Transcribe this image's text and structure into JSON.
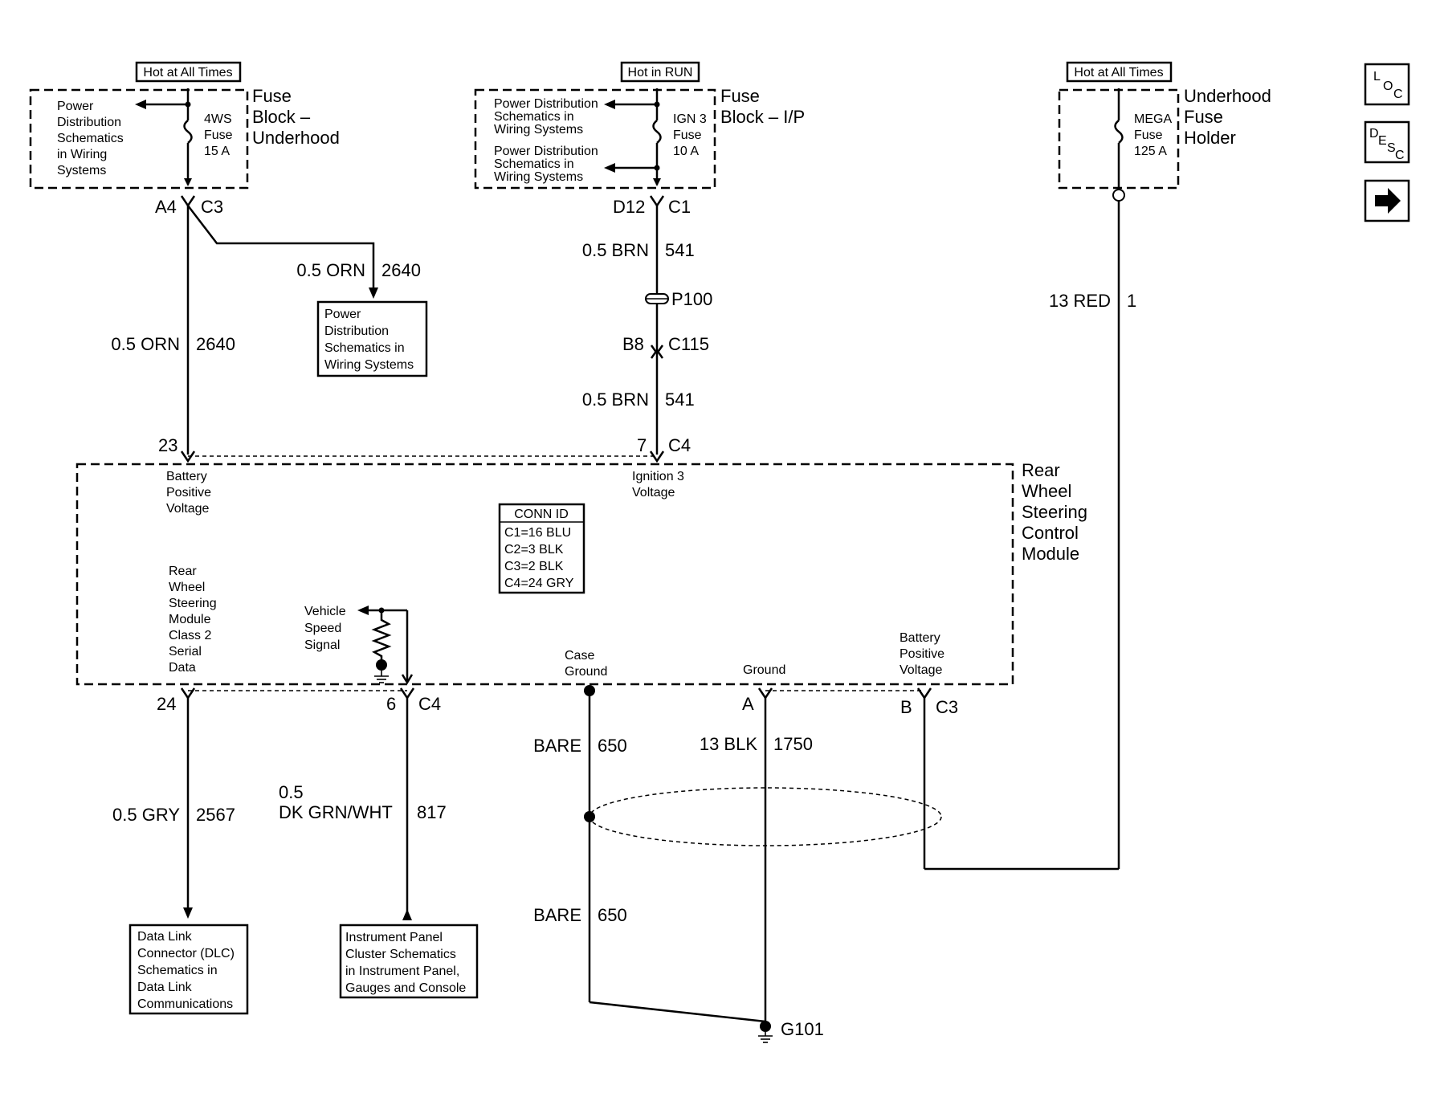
{
  "header_labels": {
    "hot_at_all_times_left": "Hot at All Times",
    "hot_in_run": "Hot in RUN",
    "hot_at_all_times_right": "Hot at All Times"
  },
  "fuse_block_underhood": {
    "name_lines": [
      "Fuse",
      "Block –",
      "Underhood"
    ],
    "power_dist_lines": [
      "Power",
      "Distribution",
      "Schematics",
      "in Wiring",
      "Systems"
    ],
    "fuse_lines": [
      "4WS",
      "Fuse",
      "15 A"
    ],
    "conn_pin": "A4",
    "conn_id": "C3"
  },
  "fuse_block_ip": {
    "name_lines": [
      "Fuse",
      "Block – I/P"
    ],
    "power_dist_1_lines": [
      "Power Distribution",
      "Schematics in",
      "Wiring Systems"
    ],
    "power_dist_2_lines": [
      "Power Distribution",
      "Schematics in",
      "Wiring Systems"
    ],
    "fuse_lines": [
      "IGN 3",
      "Fuse",
      "10 A"
    ],
    "conn_pin": "D12",
    "conn_id": "C1"
  },
  "underhood_fuse_holder": {
    "name_lines": [
      "Underhood",
      "Fuse",
      "Holder"
    ],
    "fuse_lines": [
      "MEGA",
      "Fuse",
      "125 A"
    ]
  },
  "wires": {
    "orn_branch": {
      "gauge_color": "0.5 ORN",
      "circuit": "2640"
    },
    "orn_main": {
      "gauge_color": "0.5 ORN",
      "circuit": "2640"
    },
    "brn_upper": {
      "gauge_color": "0.5 BRN",
      "circuit": "541"
    },
    "brn_lower": {
      "gauge_color": "0.5 BRN",
      "circuit": "541"
    },
    "red": {
      "gauge_color": "13 RED",
      "circuit": "1"
    },
    "gry": {
      "gauge_color": "0.5 GRY",
      "circuit": "2567"
    },
    "dkgrn": {
      "gauge_lines": [
        "0.5",
        "DK GRN/WHT"
      ],
      "circuit": "817"
    },
    "bare_upper": {
      "gauge_color": "BARE",
      "circuit": "650"
    },
    "bare_lower": {
      "gauge_color": "BARE",
      "circuit": "650"
    },
    "blk": {
      "gauge_color": "13 BLK",
      "circuit": "1750"
    }
  },
  "splice_p100": "P100",
  "inline_conn": {
    "pin": "B8",
    "id": "C115"
  },
  "power_dist_box_lines": [
    "Power",
    "Distribution",
    "Schematics in",
    "Wiring Systems"
  ],
  "module": {
    "name_lines": [
      "Rear",
      "Wheel",
      "Steering",
      "Control",
      "Module"
    ],
    "pin_23": "23",
    "pin_7": "7",
    "conn_c4_top": "C4",
    "battery_voltage_lines": [
      "Battery",
      "Positive",
      "Voltage"
    ],
    "ignition_lines": [
      "Ignition 3",
      "Voltage"
    ],
    "serial_data_lines": [
      "Rear",
      "Wheel",
      "Steering",
      "Module",
      "Class 2",
      "Serial",
      "Data"
    ],
    "vss_lines": [
      "Vehicle",
      "Speed",
      "Signal"
    ],
    "case_ground_lines": [
      "Case",
      "Ground"
    ],
    "ground_label": "Ground",
    "battery_voltage_2_lines": [
      "Battery",
      "Positive",
      "Voltage"
    ],
    "pin_24": "24",
    "pin_6": "6",
    "conn_c4_bottom": "C4",
    "pin_a": "A",
    "pin_b": "B",
    "conn_c3": "C3"
  },
  "conn_id_table": {
    "title": "CONN ID",
    "rows": [
      "C1=16 BLU",
      "C2=3 BLK",
      "C3=2 BLK",
      "C4=24 GRY"
    ]
  },
  "dlc_box_lines": [
    "Data Link",
    "Connector (DLC)",
    "Schematics in",
    "Data Link",
    "Communications"
  ],
  "ipc_box_lines": [
    "Instrument Panel",
    "Cluster Schematics",
    "in Instrument Panel,",
    "Gauges and Console"
  ],
  "ground_g101": "G101",
  "nav": {
    "loc_letters": [
      "L",
      "O",
      "C"
    ],
    "desc_letters": [
      "D",
      "E",
      "S",
      "C"
    ],
    "next_arrow": "➜"
  }
}
